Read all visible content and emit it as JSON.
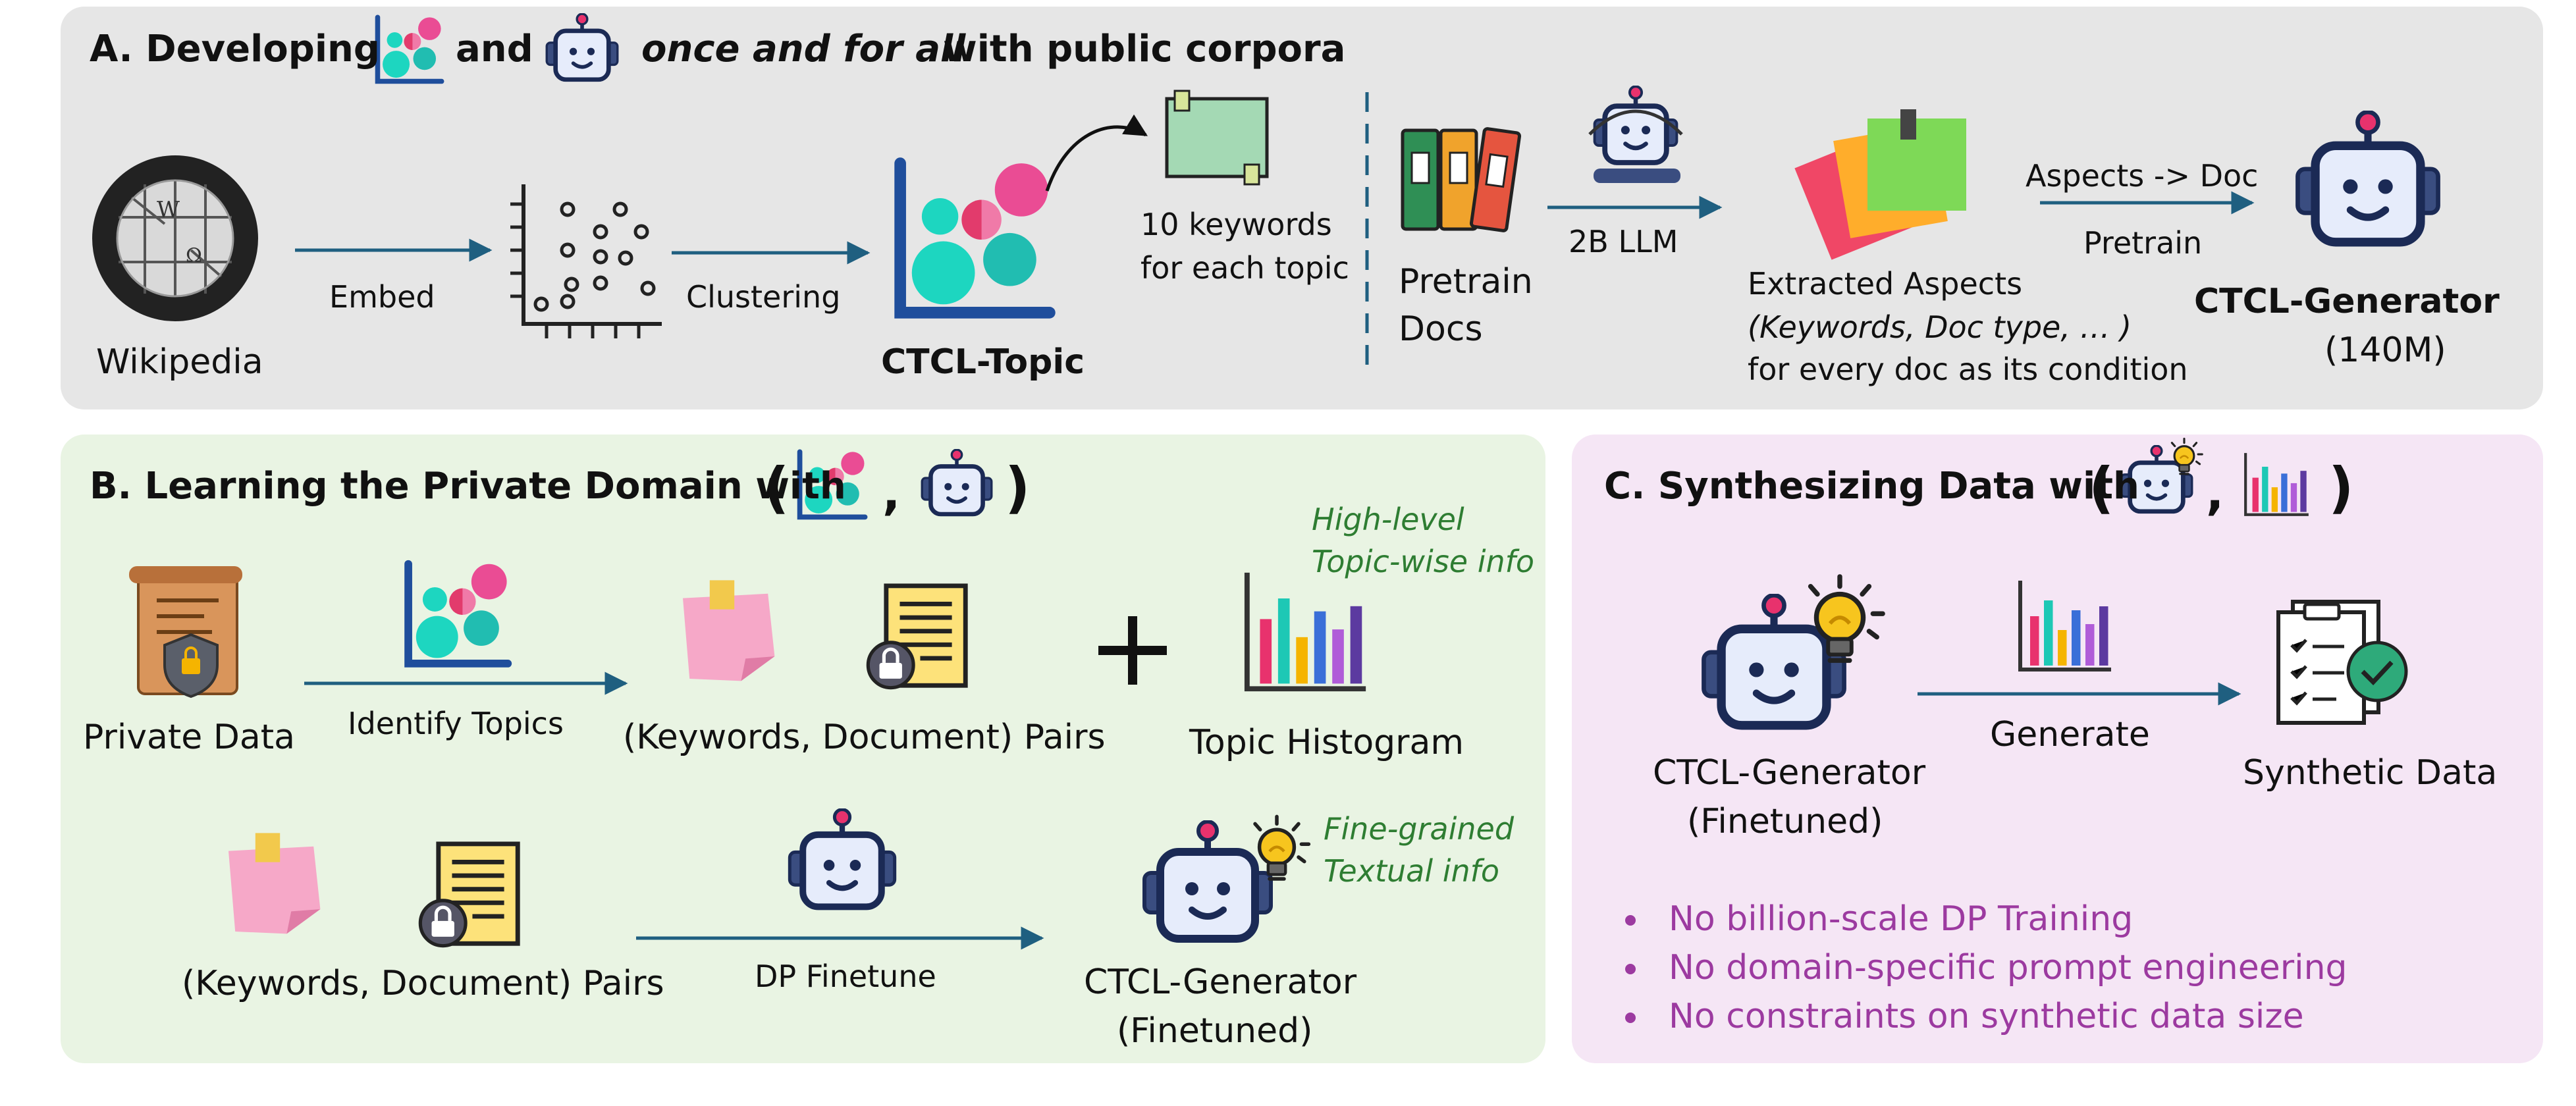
{
  "panel_a": {
    "title_prefix": "A. Developing",
    "title_and": "and",
    "title_italic": "once and for all",
    "title_suffix": "with public corpora",
    "wikipedia_label": "Wikipedia",
    "embed_label": "Embed",
    "clustering_label": "Clustering",
    "ctcl_topic_label": "CTCL-Topic",
    "keywords_line1": "10 keywords",
    "keywords_line2": "for each topic",
    "pretrain_docs_line1": "Pretrain",
    "pretrain_docs_line2": "Docs",
    "llm_label": "2B LLM",
    "extracted_line1": "Extracted Aspects",
    "extracted_line2": "(Keywords, Doc type, … )",
    "extracted_line3": "for every doc as its condition",
    "aspects_doc_label": "Aspects -> Doc",
    "pretrain_label": "Pretrain",
    "generator_label": "CTCL-Generator",
    "generator_size": "(140M)"
  },
  "panel_b": {
    "title_prefix": "B. Learning the Private Domain with",
    "private_data_label": "Private Data",
    "identify_topics_label": "Identify Topics",
    "pairs_label_1": "(Keywords, Document) Pairs",
    "topic_histogram_label": "Topic Histogram",
    "high_level_line1": "High-level",
    "high_level_line2": "Topic-wise info",
    "pairs_label_2": "(Keywords, Document) Pairs",
    "dp_finetune_label": "DP Finetune",
    "finetuned_gen_line1": "CTCL-Generator",
    "finetuned_gen_line2": "(Finetuned)",
    "fine_grained_line1": "Fine-grained",
    "fine_grained_line2": "Textual info"
  },
  "panel_c": {
    "title_prefix": "C. Synthesizing Data with",
    "generator_line1": "CTCL-Generator",
    "generator_line2": "(Finetuned)",
    "generate_label": "Generate",
    "synthetic_label": "Synthetic Data",
    "bullets": [
      "No billion-scale DP Training",
      "No domain-specific prompt engineering",
      "No constraints on synthetic data size"
    ]
  },
  "icons": {
    "topic": "topic-cluster-icon",
    "robot": "robot-icon",
    "robot_bulb": "robot-with-bulb-icon",
    "histogram": "histogram-icon",
    "wikipedia": "wikipedia-globe-icon",
    "binders": "binders-icon",
    "llm": "llm-robot-icon",
    "notes": "sticky-notes-icon",
    "private": "private-scroll-icon",
    "document": "locked-document-icon",
    "synthetic": "checked-document-icon"
  },
  "colors": {
    "panel_a_bg": "#e6e6e6",
    "panel_b_bg": "#e9f4e3",
    "panel_c_bg": "#f5e6f5",
    "arrow": "#1f5f80",
    "green_text": "#2e7d32",
    "bullet_text": "#9c3aa0"
  }
}
